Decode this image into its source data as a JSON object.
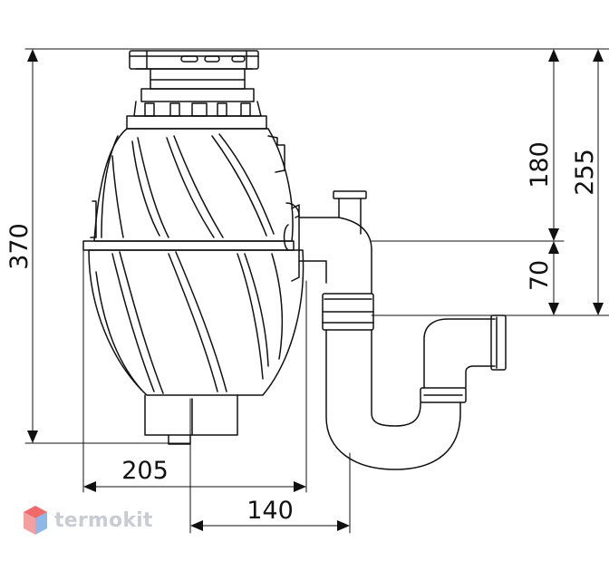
{
  "dimensions": {
    "total_height": "370",
    "width_body": "205",
    "offset_outlet": "140",
    "inlet_height": "180",
    "outlet_height": "255",
    "inlet_to_outlet": "70"
  },
  "brand": {
    "name": "termokit",
    "colors": {
      "top": "#f06a6a",
      "left": "#f4a0a0",
      "right": "#8fb8e8"
    }
  },
  "colors": {
    "line": "#111111"
  }
}
